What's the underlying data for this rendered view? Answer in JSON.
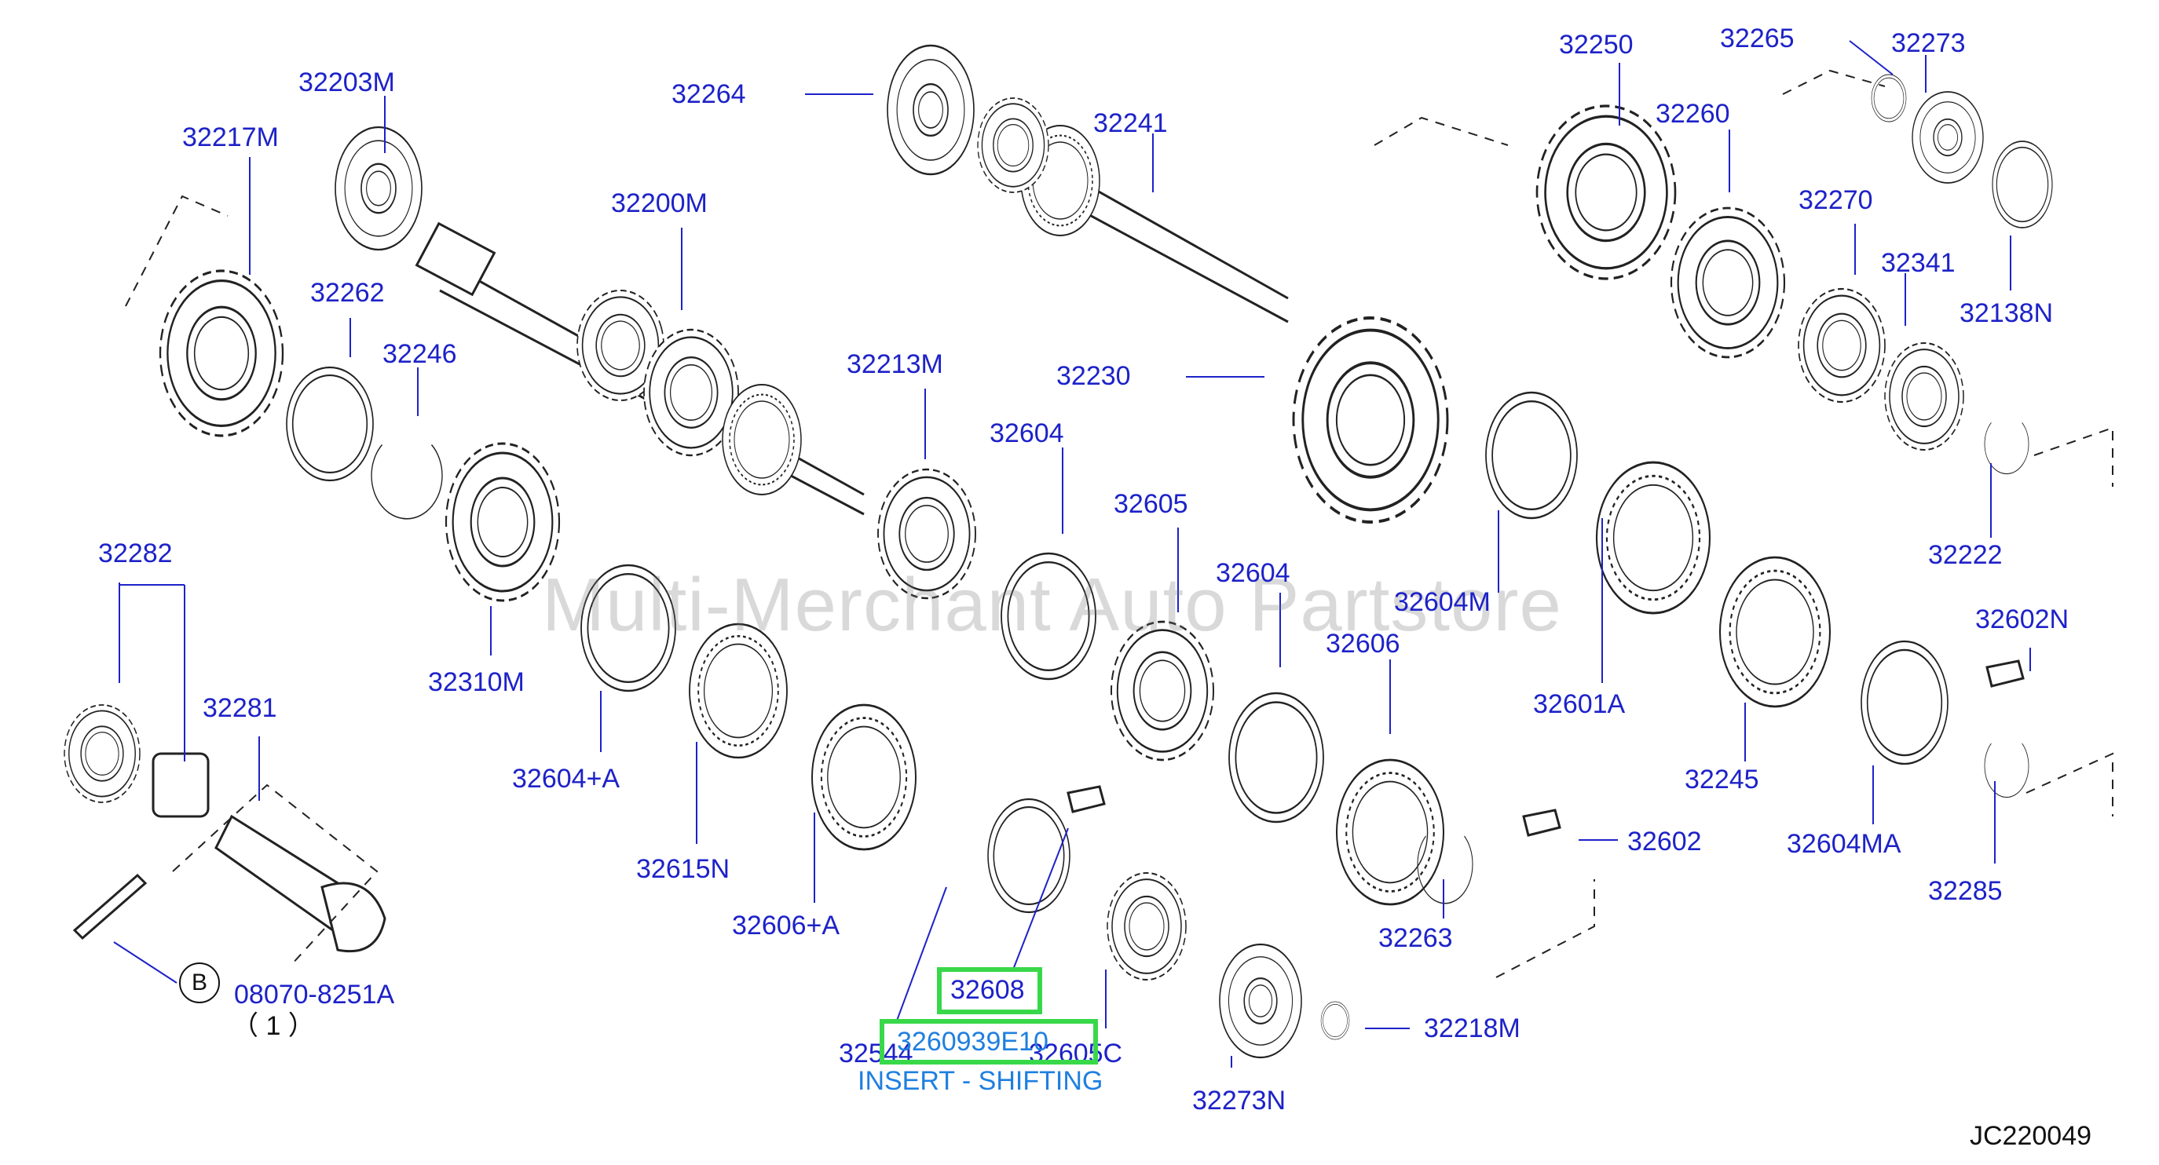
{
  "watermark": "Multi-Merchant Auto Partstore",
  "diagram_code": "JC220049",
  "bolt_symbol": "B",
  "bolt_qty": "（ 1 ）",
  "insert_caption": "INSERT - SHIFTING",
  "highlight_labels": [
    "32608",
    "3260939E10"
  ],
  "labels": {
    "p32203M": "32203M",
    "p32217M": "32217M",
    "p32262": "32262",
    "p32246": "32246",
    "p32200M": "32200M",
    "p32264": "32264",
    "p32241": "32241",
    "p32250": "32250",
    "p32265": "32265",
    "p32273": "32273",
    "p32260": "32260",
    "p32270": "32270",
    "p32341": "32341",
    "p32138N": "32138N",
    "p32230": "32230",
    "p32213M": "32213M",
    "p32604a": "32604",
    "p32605": "32605",
    "p32604b": "32604",
    "p32606": "32606",
    "p32604M": "32604M",
    "p32601A": "32601A",
    "p32222": "32222",
    "p32602N": "32602N",
    "p32282": "32282",
    "p32281": "32281",
    "p32310M": "32310M",
    "p32604pA": "32604+A",
    "p32615N": "32615N",
    "p32606pA": "32606+A",
    "p32245": "32245",
    "p32604MA": "32604MA",
    "p32602": "32602",
    "p32263": "32263",
    "p32285": "32285",
    "p32544": "32544",
    "p32605C": "32605C",
    "p32218M": "32218M",
    "p32273N": "32273N",
    "p08070": "08070-8251A"
  }
}
